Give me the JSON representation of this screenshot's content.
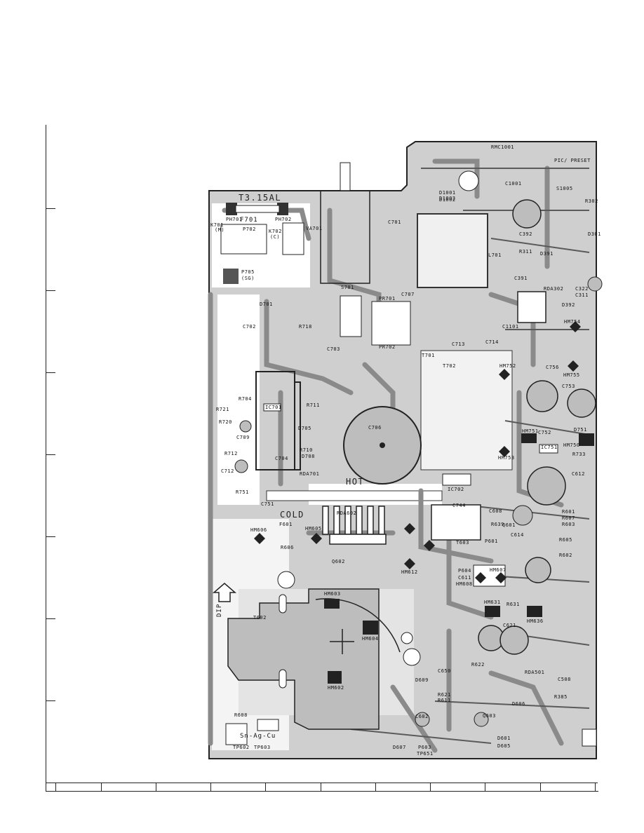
{
  "board": {
    "fuse_rating": "T3.15AL",
    "zones": {
      "hot": "HOT",
      "cold": "COLD",
      "dip": "DIP",
      "solder": "Sn-Ag-Cu"
    },
    "top_labels": [
      "RMC1001",
      "PIC/ PRESET",
      "S1005",
      "D1001",
      "D1003",
      "C1001"
    ],
    "labels": [
      "F701",
      "PH701",
      "PH702",
      "K701",
      "(M)",
      "P702",
      "K702",
      "(C)",
      "VA701",
      "P705",
      "(SG)",
      "S701",
      "C701",
      "L701",
      "C707",
      "PR701",
      "PR702",
      "C713",
      "C714",
      "T701",
      "T702",
      "C706",
      "D701",
      "C702",
      "R718",
      "C703",
      "R704",
      "R721",
      "R720",
      "IC701",
      "C709",
      "R711",
      "D705",
      "R710",
      "D708",
      "R712",
      "C712",
      "C704",
      "RDA701",
      "C744",
      "C608",
      "Q601",
      "R639",
      "P601",
      "C614",
      "T603",
      "IC702",
      "R751",
      "C751",
      "F601",
      "HM606",
      "HM605",
      "R606",
      "RDA602",
      "HM612",
      "Q602",
      "HM607",
      "P604",
      "C611",
      "HM608",
      "HM603",
      "HM604",
      "HM602",
      "T602",
      "HM631",
      "R631",
      "HM636",
      "C621",
      "C650",
      "R622",
      "D609",
      "R611",
      "R621",
      "R608",
      "C602",
      "Q603",
      "RDA501",
      "C508",
      "R385",
      "D601",
      "D605",
      "D606",
      "D607",
      "P603",
      "TP651",
      "TP602",
      "TP603",
      "D1002",
      "R601",
      "R607",
      "R602",
      "R605",
      "R603",
      "RDA302",
      "C391",
      "C392",
      "D392",
      "C311",
      "C322",
      "HM754",
      "HM755",
      "HM752",
      "HM751",
      "HM750",
      "HM753",
      "C753",
      "C756",
      "C752",
      "IC751",
      "D751",
      "R733",
      "C1101",
      "R302",
      "D301",
      "D391",
      "R311",
      "C612"
    ]
  }
}
